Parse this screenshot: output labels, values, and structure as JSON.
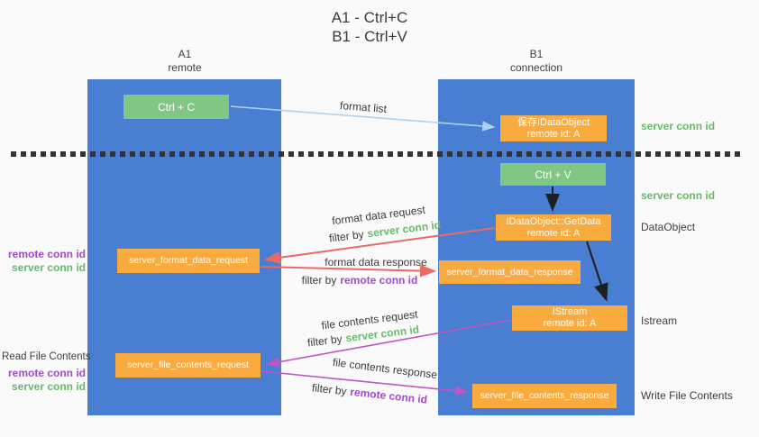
{
  "title": {
    "line1": "A1 - Ctrl+C",
    "line2": "B1 - Ctrl+V"
  },
  "columns": {
    "a1": {
      "name": "A1",
      "subtitle": "remote"
    },
    "b1": {
      "name": "B1",
      "subtitle": "connection"
    }
  },
  "nodes": {
    "ctrl_c": {
      "label": "Ctrl + C"
    },
    "save_idataobject": {
      "line1": "保存IDataObject",
      "line2": "remote id: A"
    },
    "ctrl_v": {
      "label": "Ctrl + V"
    },
    "getdata": {
      "line1": "IDataObject::GetData",
      "line2": "remote id: A"
    },
    "format_request": {
      "label": "server_format_data_request"
    },
    "format_response": {
      "label": "server_format_data_response"
    },
    "istream": {
      "line1": "IStream",
      "line2": "remote id: A"
    },
    "file_request": {
      "label": "server_file_contents_request"
    },
    "file_response": {
      "label": "server_file_contents_response"
    }
  },
  "edge_labels": {
    "format_list": "format list",
    "format_data_request": "format data request",
    "format_data_response": "format data response",
    "file_contents_request": "file contents request",
    "file_contents_response": "file contents response",
    "filter_by": "filter by",
    "server_conn_id": "server conn id",
    "remote_conn_id": "remote conn id"
  },
  "side_labels": {
    "right_server_conn_id_top": "server conn id",
    "right_server_conn_id_mid": "server conn id",
    "dataobject": "DataObject",
    "istream": "Istream",
    "write_file_contents": "Write File Contents",
    "left_remote_conn_id": "remote conn id",
    "left_server_conn_id": "server conn id",
    "read_file_contents": "Read File Contents",
    "left_remote_conn_id_2": "remote conn id",
    "left_server_conn_id_2": "server conn id"
  },
  "colors": {
    "background": "#fafafa",
    "column_blue": "#4a7ed2",
    "box_green": "#81c784",
    "box_orange": "#f9ab40",
    "arrow_red": "#e86a64",
    "arrow_magenta": "#c055c3",
    "arrow_light_blue": "#aed4f0",
    "arrow_black": "#1f1f1f",
    "label_green": "#66bb6a",
    "label_purple": "#a34bcb",
    "text_dark": "#3d3d3d"
  }
}
